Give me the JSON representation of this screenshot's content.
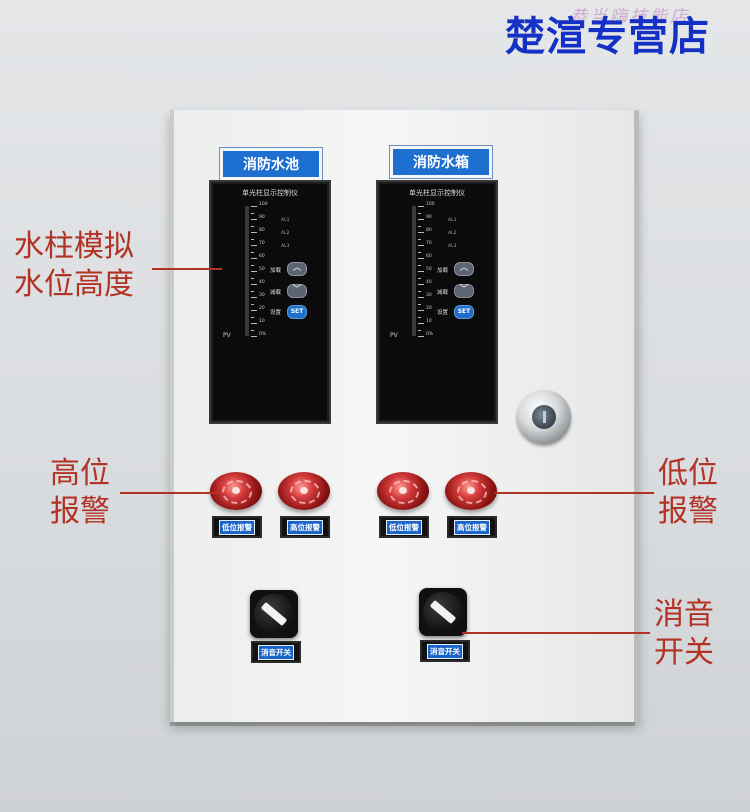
{
  "brand": "楚渲专营店",
  "watermark": "恭当嗨技能店",
  "panels": [
    {
      "sign": "消防水池",
      "controller_title": "单光柱显示控制仪"
    },
    {
      "sign": "消防水箱",
      "controller_title": "单光柱显示控制仪"
    }
  ],
  "controller": {
    "scale": [
      "100",
      "90",
      "80",
      "70",
      "60",
      "50",
      "40",
      "30",
      "20",
      "10",
      "0%"
    ],
    "alarm_labels": [
      "AL1",
      "AL2",
      "AL3"
    ],
    "up_label": "加载",
    "down_label": "减载",
    "set_row_label": "设置",
    "set_button": "SET",
    "pv_label": "PV",
    "up_symbol": "︿",
    "down_symbol": "﹀"
  },
  "buzzer_labels": [
    "低位报警",
    "高位报警",
    "低位报警",
    "高位报警"
  ],
  "switch_labels": [
    "消音开关",
    "消音开关"
  ],
  "callouts": {
    "water_column": [
      "水柱模拟",
      "水位高度"
    ],
    "high_alarm": [
      "高位",
      "报警"
    ],
    "low_alarm": [
      "低位",
      "报警"
    ],
    "mute_switch": [
      "消音",
      "开关"
    ]
  },
  "colors": {
    "brand": "#1530c4",
    "callout": "#b23224",
    "sign": "#1d6fd0"
  }
}
